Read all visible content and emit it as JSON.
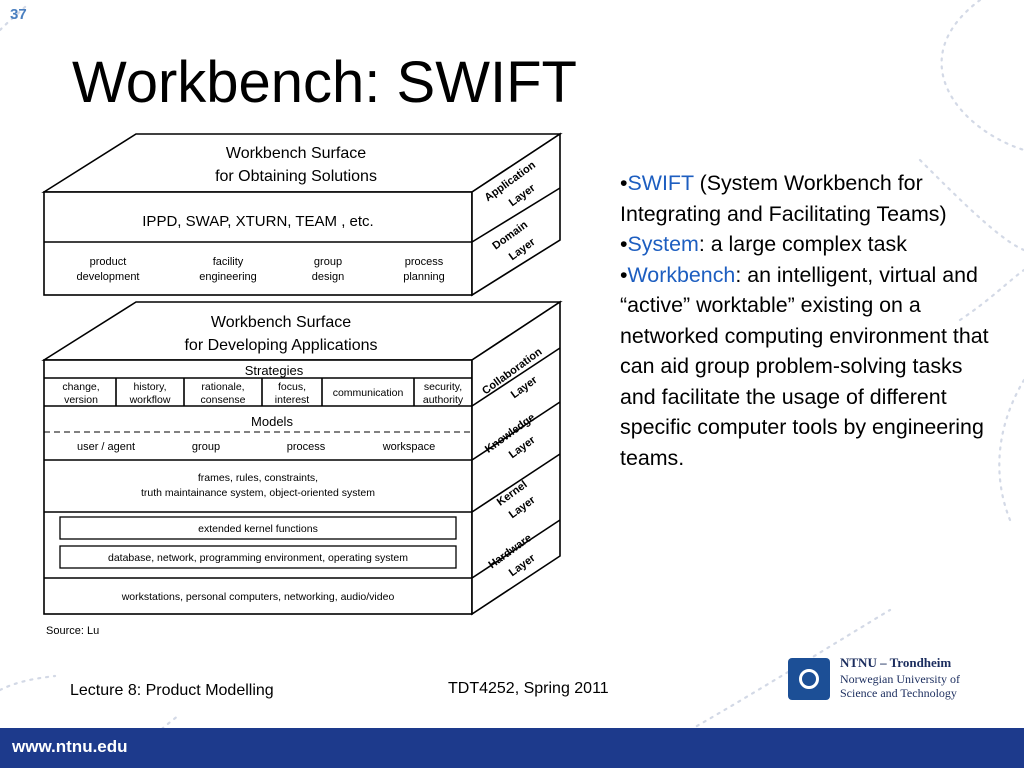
{
  "slide_number": "37",
  "title": "Workbench: SWIFT",
  "diagram": {
    "upper_block": {
      "surface_title": [
        "Workbench Surface",
        "for Obtaining Solutions"
      ],
      "row_main": "IPPD, SWAP, XTURN, TEAM , etc.",
      "row_items": [
        [
          "product",
          "development"
        ],
        [
          "facility",
          "engineering"
        ],
        [
          "group",
          "design"
        ],
        [
          "process",
          "planning"
        ]
      ]
    },
    "lower_block": {
      "surface_title": [
        "Workbench Surface",
        "for Developing Applications"
      ],
      "strategies_label": "Strategies",
      "strategies_items": [
        [
          "change,",
          "version"
        ],
        [
          "history,",
          "workflow"
        ],
        [
          "rationale,",
          "consense"
        ],
        [
          "focus,",
          "interest"
        ],
        [
          "communication"
        ],
        [
          "security,",
          "authority"
        ]
      ],
      "models_label": "Models",
      "models_items": [
        "user / agent",
        "group",
        "process",
        "workspace"
      ],
      "frames_text": [
        "frames, rules, constraints,",
        "truth maintainance system, object-oriented system"
      ],
      "kernel_box_1": "extended kernel functions",
      "kernel_box_2": "database, network, programming environment, operating system",
      "hardware_text": "workstations, personal computers, networking, audio/video"
    },
    "side_labels": {
      "application": [
        "Application",
        "Layer"
      ],
      "domain": [
        "Domain",
        "Layer"
      ],
      "collaboration": [
        "Collaboration",
        "Layer"
      ],
      "knowledge": [
        "Knowledge",
        "Layer"
      ],
      "kernel": [
        "Kernel",
        "Layer"
      ],
      "hardware": [
        "Hardware",
        "Layer"
      ]
    },
    "source": "Source: Lu"
  },
  "bullets": [
    {
      "term": "SWIFT",
      "text": " (System Workbench for Integrating and Facilitating Teams)"
    },
    {
      "term": "System",
      "text": ": a large complex task"
    },
    {
      "term": "Workbench",
      "text": ": an intelligent, virtual and “active” worktable” existing on a networked computing environment that can aid group problem-solving tasks and facilitate the usage of different specific computer tools by engineering teams."
    }
  ],
  "footer": {
    "left": "Lecture 8: Product Modelling",
    "center": "TDT4252, Spring 2011",
    "logo_line1": "NTNU – Trondheim",
    "logo_line2": "Norwegian University of",
    "logo_line3": "Science and Technology",
    "website": "www.ntnu.edu"
  },
  "colors": {
    "accent_blue": "#1d5ec0",
    "bar_blue": "#1d3a8c",
    "slide_number": "#4a7fc0"
  }
}
